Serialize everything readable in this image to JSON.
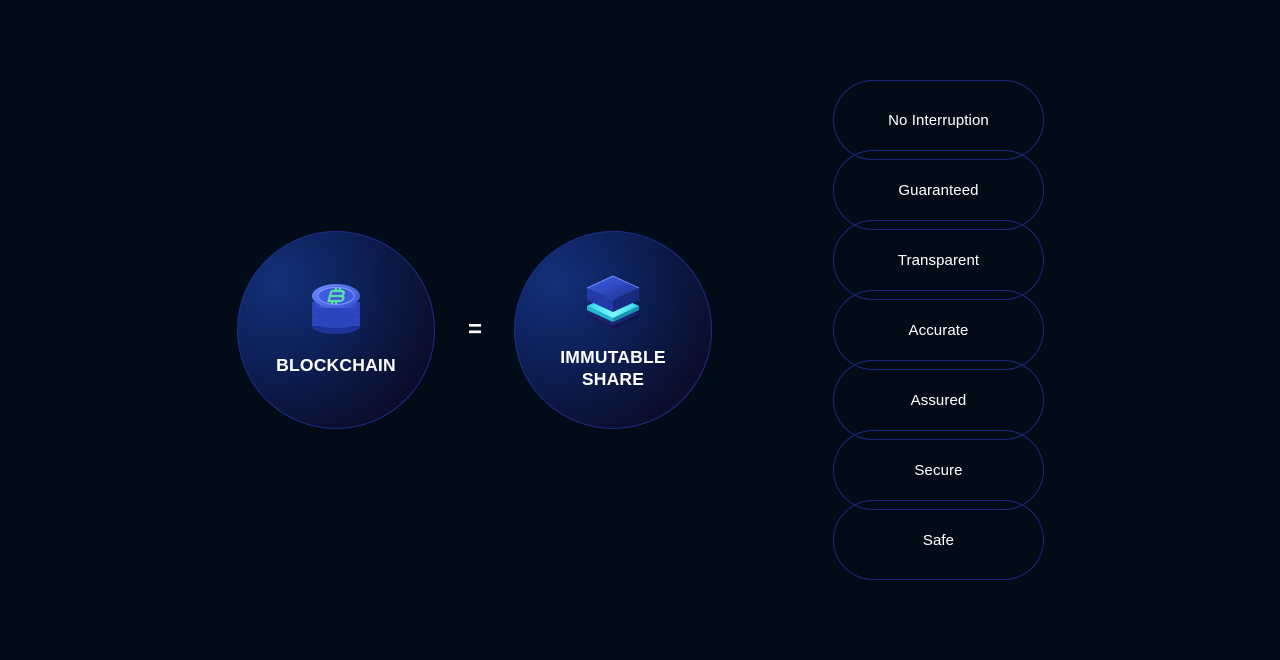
{
  "left_side": {
    "blockchain": {
      "label": "BLOCKCHAIN",
      "icon": "coin-stack-icon"
    },
    "operator": "=",
    "result": {
      "label_line1": "IMMUTABLE",
      "label_line2": "SHARE",
      "icon": "layered-chip-icon"
    }
  },
  "properties": [
    {
      "label": "No Interruption"
    },
    {
      "label": "Guaranteed"
    },
    {
      "label": "Transparent"
    },
    {
      "label": "Accurate"
    },
    {
      "label": "Assured"
    },
    {
      "label": "Secure"
    },
    {
      "label": "Safe"
    }
  ],
  "colors": {
    "background": "#020c18",
    "circle_border": "#1c2e8a",
    "pill_border": "#1a2a80",
    "coin_blue": "#3d5fd9",
    "coin_symbol_green": "#5fe0a0",
    "chip_cyan": "#37e0e6"
  }
}
